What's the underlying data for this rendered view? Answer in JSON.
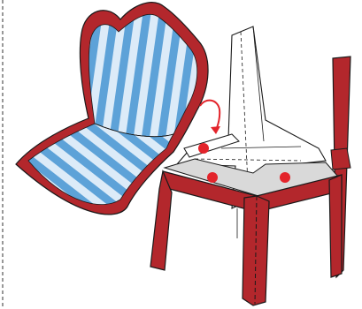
{
  "colors": {
    "frame_red": "#b3272c",
    "stripe_blue": "#5da2d8",
    "stripe_light": "#dcebf8",
    "paper_white": "#ffffff",
    "inner_gray": "#d9d9d9",
    "marker_red": "#e3242b",
    "outline": "#1a1a1a"
  },
  "icons": {
    "rotate_arrow": "curved-arrow-clockwise",
    "glue_marker": "filled-circle"
  },
  "markers": [
    "glue-dot-1",
    "glue-dot-2",
    "glue-dot-3"
  ]
}
